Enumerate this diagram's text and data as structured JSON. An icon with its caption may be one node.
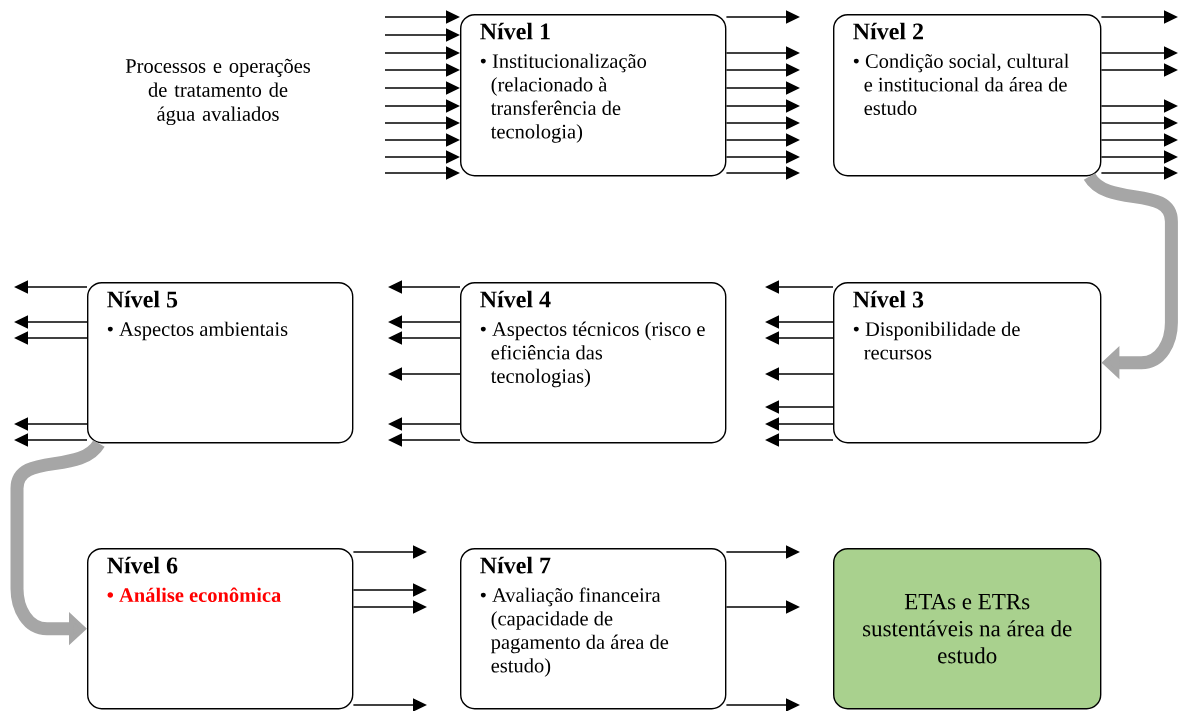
{
  "diagram": {
    "nodes": [
      {
        "text": [
          "Nível 1",
          "• Institucionalização (relacionado à transferência de tecnologia)"
        ]
      },
      {
        "text": [
          "Nível 2",
          "• Condição social, cultural e institucional da área de estudo"
        ]
      },
      {
        "text": [
          "Nível 5",
          "• Aspectos ambientais"
        ]
      },
      {
        "text": [
          "Nível 4",
          "• Aspectos técnicos (risco e eficiência das tecnologias)"
        ]
      },
      {
        "text": [
          "Nível 3",
          "• Disponibilidade de recursos"
        ]
      },
      {
        "text": [
          "Nível 6",
          "• Análise econômica"
        ]
      },
      {
        "text": [
          "Nível 7",
          "• Avaliação financeira (capacidade de pagamento da área de estudo)"
        ]
      },
      {
        "text": [
          "ETAs e ETRs sustentáveis na área de estudo"
        ]
      }
    ],
    "edges": [
      {
        "from": null,
        "to": 0,
        "arrow": "to"
      },
      {
        "from": null,
        "to": 0,
        "arrow": "to"
      },
      {
        "from": null,
        "to": 0,
        "arrow": "to"
      },
      {
        "from": null,
        "to": 0,
        "arrow": "to"
      },
      {
        "from": null,
        "to": 0,
        "arrow": "to"
      },
      {
        "from": null,
        "to": 0,
        "arrow": "to"
      },
      {
        "from": null,
        "to": 0,
        "arrow": "to"
      },
      {
        "from": null,
        "to": 0,
        "arrow": "to"
      },
      {
        "from": null,
        "to": 0,
        "arrow": "to"
      },
      {
        "from": null,
        "to": 0,
        "arrow": "to"
      },
      {
        "from": 0,
        "to": null,
        "arrow": "to"
      },
      {
        "from": 0,
        "to": null,
        "arrow": "to"
      },
      {
        "from": 0,
        "to": null,
        "arrow": "to"
      },
      {
        "from": 0,
        "to": null,
        "arrow": "to"
      },
      {
        "from": 0,
        "to": null,
        "arrow": "to"
      },
      {
        "from": 0,
        "to": null,
        "arrow": "to"
      },
      {
        "from": 0,
        "to": null,
        "arrow": "to"
      },
      {
        "from": 0,
        "to": null,
        "arrow": "to"
      },
      {
        "from": 0,
        "to": null,
        "arrow": "to"
      },
      {
        "from": 1,
        "to": null,
        "arrow": "to"
      },
      {
        "from": 1,
        "to": null,
        "arrow": "to"
      },
      {
        "from": 1,
        "to": null,
        "arrow": "to"
      },
      {
        "from": 1,
        "to": null,
        "arrow": "to"
      },
      {
        "from": 1,
        "to": null,
        "arrow": "to"
      },
      {
        "from": 1,
        "to": null,
        "arrow": "to"
      },
      {
        "from": 1,
        "to": null,
        "arrow": "to"
      },
      {
        "from": 1,
        "to": null,
        "arrow": "to"
      },
      {
        "from": 1,
        "to": 4,
        "arrow": "to",
        "style": "thick",
        "color": "#a6a6a6"
      },
      {
        "from": 4,
        "to": null,
        "arrow": "to"
      },
      {
        "from": 4,
        "to": null,
        "arrow": "to"
      },
      {
        "from": 4,
        "to": null,
        "arrow": "to"
      },
      {
        "from": 4,
        "to": null,
        "arrow": "to"
      },
      {
        "from": 4,
        "to": null,
        "arrow": "to"
      },
      {
        "from": 4,
        "to": null,
        "arrow": "to"
      },
      {
        "from": 4,
        "to": null,
        "arrow": "to"
      },
      {
        "from": 3,
        "to": null,
        "arrow": "to"
      },
      {
        "from": 3,
        "to": null,
        "arrow": "to"
      },
      {
        "from": 3,
        "to": null,
        "arrow": "to"
      },
      {
        "from": 3,
        "to": null,
        "arrow": "to"
      },
      {
        "from": 3,
        "to": null,
        "arrow": "to"
      },
      {
        "from": 3,
        "to": null,
        "arrow": "to"
      },
      {
        "from": 2,
        "to": null,
        "arrow": "to"
      },
      {
        "from": 2,
        "to": null,
        "arrow": "to"
      },
      {
        "from": 2,
        "to": null,
        "arrow": "to"
      },
      {
        "from": 2,
        "to": null,
        "arrow": "to"
      },
      {
        "from": 2,
        "to": null,
        "arrow": "to"
      },
      {
        "from": 2,
        "to": 5,
        "arrow": "to",
        "style": "thick",
        "color": "#a6a6a6"
      },
      {
        "from": 5,
        "to": null,
        "arrow": "to"
      },
      {
        "from": 5,
        "to": null,
        "arrow": "to"
      },
      {
        "from": 5,
        "to": null,
        "arrow": "to"
      },
      {
        "from": 5,
        "to": null,
        "arrow": "to"
      },
      {
        "from": 6,
        "to": null,
        "arrow": "to"
      },
      {
        "from": 6,
        "to": null,
        "arrow": "to"
      },
      {
        "from": 6,
        "to": null,
        "arrow": "to"
      }
    ],
    "labels": [
      "Processos e operações de tratamento de água avaliados"
    ]
  }
}
